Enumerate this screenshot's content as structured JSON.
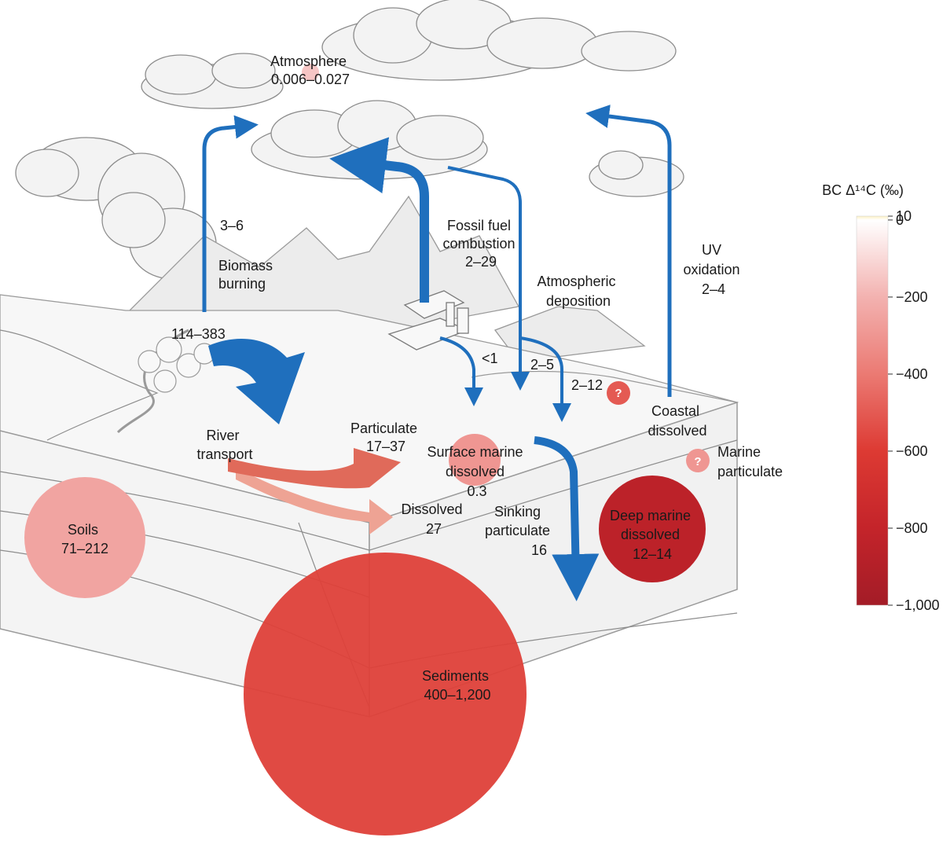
{
  "colors": {
    "flux_arrow": "#1f6fbd",
    "river_arrow": "#e06a5a",
    "river_arrow_light": "#eea394",
    "landscape_line": "#9a9a9a",
    "cloud_fill": "#f3f3f3"
  },
  "labels": {
    "atmosphere": [
      "Atmosphere",
      "0.006–0.027"
    ],
    "biomass_flux": "3–6",
    "biomass_burning": [
      "Biomass",
      "burning"
    ],
    "biomass_production": "114–383",
    "fossil_fuel": [
      "Fossil fuel",
      "combustion",
      "2–29"
    ],
    "atm_deposition": [
      "Atmospheric",
      "deposition"
    ],
    "uv_oxidation": [
      "UV",
      "oxidation",
      "2–4"
    ],
    "dep_land": "<1",
    "dep_surface": "2–5",
    "dep_coastal": "2–12",
    "coastal_dissolved": [
      "Coastal",
      "dissolved"
    ],
    "marine_particulate": [
      "Marine",
      "particulate"
    ],
    "river_transport": [
      "River",
      "transport"
    ],
    "river_particulate": [
      "Particulate",
      "17–37"
    ],
    "river_dissolved": [
      "Dissolved",
      "27"
    ],
    "surface_marine": [
      "Surface marine",
      "dissolved",
      "0.3"
    ],
    "sinking": [
      "Sinking",
      "particulate",
      "16"
    ],
    "deep_marine": [
      "Deep marine",
      "dissolved",
      "12–14"
    ],
    "soils": [
      "Soils",
      "71–212"
    ],
    "sediments": [
      "Sediments",
      "400–1,200"
    ],
    "question": "?"
  },
  "reservoirs": [
    {
      "id": "atmosphere",
      "delta14c": -150
    },
    {
      "id": "soils",
      "delta14c": -250
    },
    {
      "id": "sediments",
      "delta14c": -580
    },
    {
      "id": "surface-marine-dissolved",
      "delta14c": -300
    },
    {
      "id": "deep-marine-dissolved",
      "delta14c": -850
    },
    {
      "id": "coastal-dissolved",
      "delta14c": -500
    },
    {
      "id": "marine-particulate",
      "delta14c": -300
    }
  ],
  "legend": {
    "title": "BC Δ¹⁴C (‰)",
    "ticks": [
      "10",
      "0",
      "−200",
      "−400",
      "−600",
      "−800",
      "−1,000"
    ],
    "tick_values": [
      10,
      0,
      -200,
      -400,
      -600,
      -800,
      -1000
    ],
    "range": [
      10,
      -1000
    ],
    "stops": [
      {
        "value": 10,
        "color": "#fdf1c4"
      },
      {
        "value": 0,
        "color": "#ffffff"
      },
      {
        "value": -200,
        "color": "#f3b2b0"
      },
      {
        "value": -400,
        "color": "#eb7a73"
      },
      {
        "value": -600,
        "color": "#dd3a33"
      },
      {
        "value": -800,
        "color": "#c4242a"
      },
      {
        "value": -1000,
        "color": "#a31c27"
      }
    ]
  }
}
